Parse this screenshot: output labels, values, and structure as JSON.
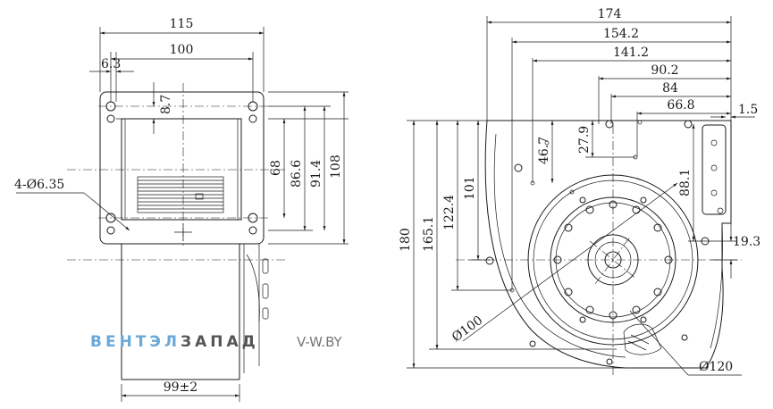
{
  "front_view": {
    "dims": {
      "width_115": "115",
      "width_100": "100",
      "offset_6_3": "6.3",
      "offset_8_7": "8.7",
      "height_68": "68",
      "height_86_6": "86.6",
      "height_91_4": "91.4",
      "height_108": "108",
      "holes": "4-Ø6.35",
      "depth": "99±2"
    }
  },
  "side_view": {
    "dims": {
      "w_174": "174",
      "w_154_2": "154.2",
      "w_141_2": "141.2",
      "w_90_2": "90.2",
      "w_84": "84",
      "w_66_8": "66.8",
      "w_1_5": "1.5",
      "h_27_9": "27.9",
      "h_46_7": "46.7",
      "h_88_1": "88.1",
      "h_19_3": "19.3",
      "h_180": "180",
      "h_165_1": "165.1",
      "h_122_4": "122.4",
      "h_101": "101",
      "dia_100": "Ø100",
      "dia_120": "Ø120"
    }
  },
  "watermark": {
    "brand_part1": "ВЕНТЭЛ",
    "brand_part2": "ЗАПАД",
    "site": "V-W.BY",
    "colors": {
      "part1": "#6aa8d8",
      "part2": "#555555",
      "site": "#777777"
    }
  }
}
